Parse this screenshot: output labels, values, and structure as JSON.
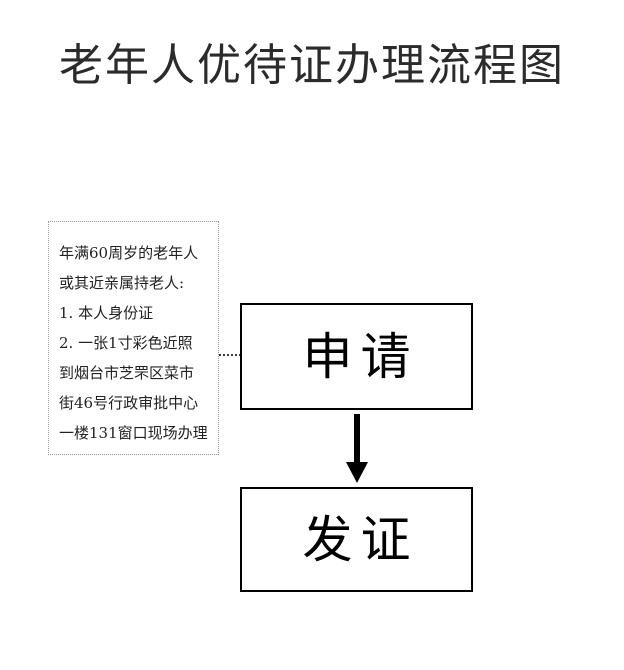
{
  "document": {
    "title": "老年人优待证办理流程图",
    "background_color": "#ffffff",
    "title_color": "#2b2b2b"
  },
  "requirements": {
    "border_color": "#9a9a9a",
    "lines": [
      "年满60周岁的老年人",
      "或其近亲属持老人:",
      "1. 本人身份证",
      "2. 一张1寸彩色近照",
      "到烟台市芝罘区菜市",
      "街46号行政审批中心",
      "一楼131窗口现场办理"
    ]
  },
  "flow": {
    "connector_style": "dotted",
    "arrow_color": "#000000",
    "box_border_color": "#000000",
    "steps": [
      {
        "id": "apply",
        "label": "申请"
      },
      {
        "id": "issue",
        "label": "发证"
      }
    ]
  }
}
